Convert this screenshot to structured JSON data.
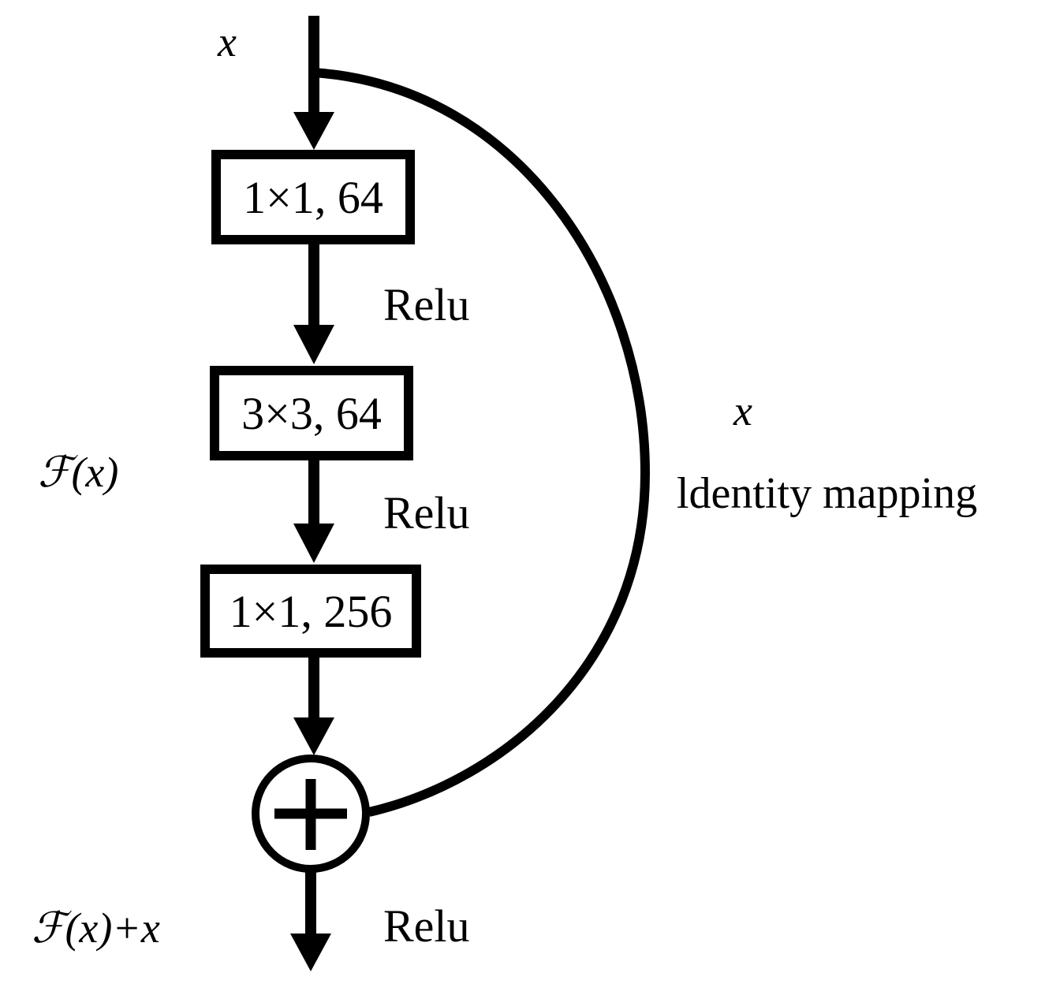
{
  "input_label": "x",
  "blocks": [
    {
      "label": "1×1, 64"
    },
    {
      "label": "3×3, 64"
    },
    {
      "label": "1×1, 256"
    }
  ],
  "activations": [
    "Relu",
    "Relu",
    "Relu"
  ],
  "residual_label": "ℱ(x)",
  "shortcut_label": "x",
  "shortcut_caption": "ldentity mapping",
  "output_label": "ℱ(x)+x",
  "operator": "add"
}
